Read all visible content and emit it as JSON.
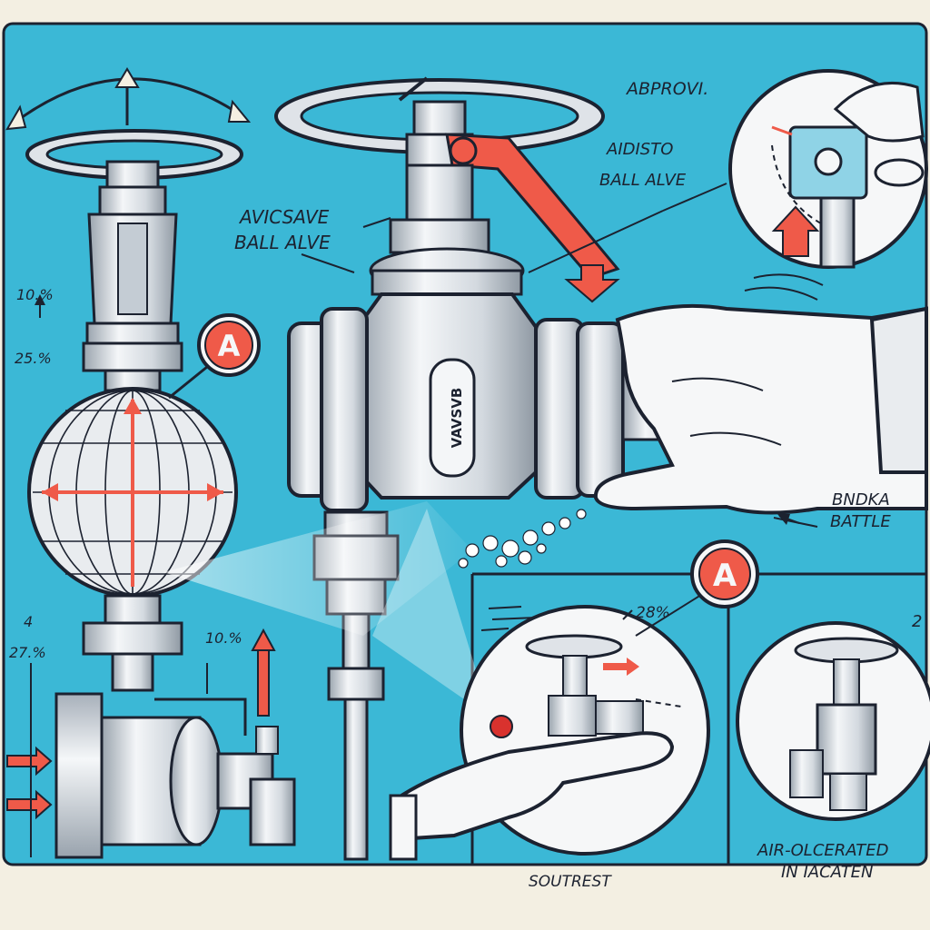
{
  "labels": {
    "approvi": "ABPROVI.",
    "adisto_l1": "AIDISTO",
    "adisto_l2": "BALL ALVE",
    "avicsave_l1": "AVICSAVE",
    "avicsave_l2": "BALL ALVE",
    "valve_body": "VAVSVB",
    "bndka_l1": "BNDKA",
    "bndka_l2": "BATTLE",
    "air_l1": "AIR-OLCERATED",
    "air_l2": "IN IACATEN",
    "soutrest": "SOUTREST",
    "pct_10_top": "10.%",
    "pct_25": "25.%",
    "pct_27": "27.%",
    "pct_10_mid": "10.%",
    "pct_28": "28%",
    "edge_2": "2",
    "marker_a1": "A",
    "marker_a2": "A",
    "edge_4": "4"
  },
  "colors": {
    "background": "#3bb8d6",
    "paper": "#f3efe2",
    "ink": "#1c2230",
    "accent_red": "#ef5a49",
    "steel": "#dfe3e8",
    "steel_shade": "#aab3bd"
  }
}
